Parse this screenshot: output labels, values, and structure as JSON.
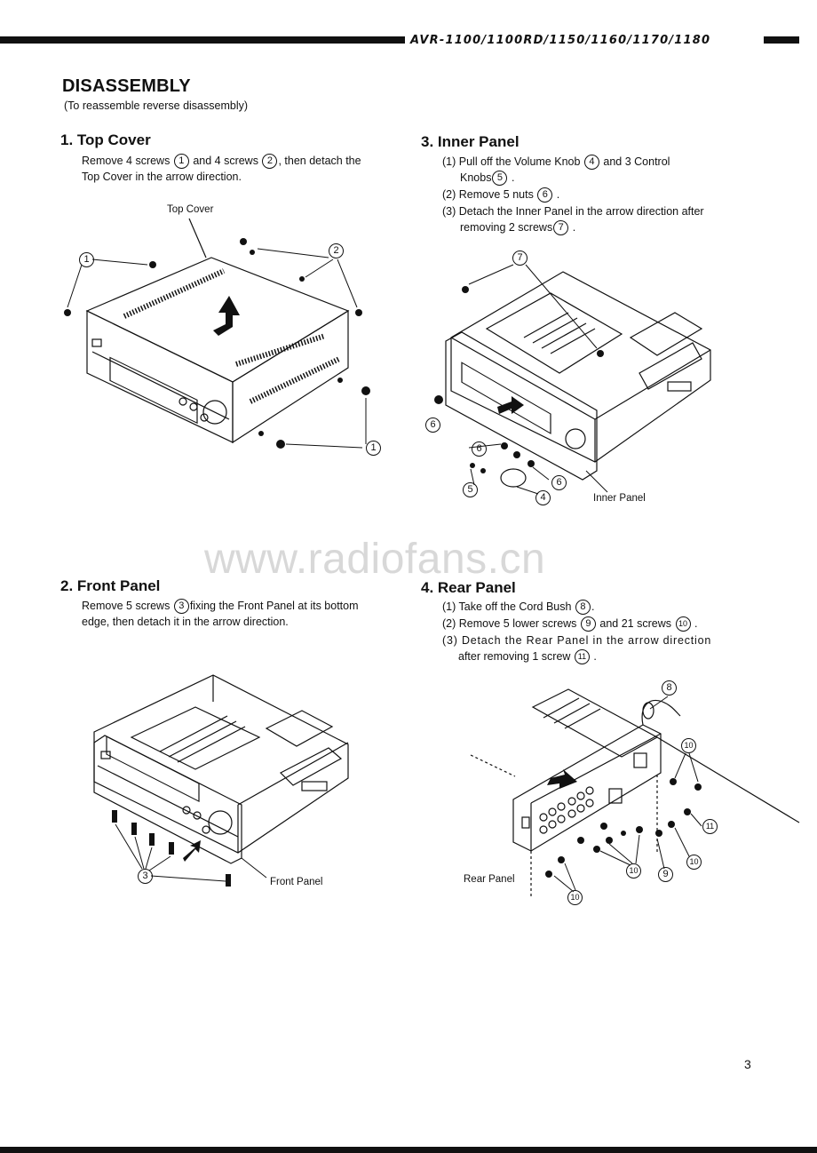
{
  "header": {
    "model": "AVR-1100/1100RD/1150/1160/1170/1180"
  },
  "title": "DISASSEMBLY",
  "subtitle": "(To reassemble reverse disassembly)",
  "sections": {
    "top_cover": {
      "title": "1. Top Cover",
      "line1a": "Remove 4 screws",
      "line1b": "and 4 screws",
      "line1c": ", then detach the",
      "line2": "Top Cover in the arrow direction.",
      "callout": "Top Cover"
    },
    "inner_panel": {
      "title": "3. Inner Panel",
      "step1a": "(1) Pull off the Volume  Knob",
      "step1b": "and 3 Control",
      "step1c": "Knobs",
      "step2": "(2) Remove 5 nuts",
      "step3a": "(3) Detach the Inner Panel in the arrow direction after",
      "step3b": "removing 2 screws",
      "callout": "Inner Panel"
    },
    "front_panel": {
      "title": "2. Front Panel",
      "line1a": "Remove 5 screws",
      "line1b": "fixing the Front Panel at its bottom",
      "line2": "edge, then detach it in the arrow direction.",
      "callout": "Front Panel"
    },
    "rear_panel": {
      "title": "4. Rear Panel",
      "step1": "(1) Take off the Cord Bush",
      "step2a": "(2) Remove 5 lower screws",
      "step2b": "and 21 screws",
      "step3a": "(3) Detach the Rear Panel in the arrow direction",
      "step3b": "after removing 1 screw",
      "callout": "Rear Panel"
    }
  },
  "markers": {
    "m1": "1",
    "m2": "2",
    "m3": "3",
    "m4": "4",
    "m5": "5",
    "m6": "6",
    "m7": "7",
    "m8": "8",
    "m9": "9",
    "m10": "10",
    "m11": "11"
  },
  "punct": {
    "dot": ".",
    "comma": ","
  },
  "watermark": "www.radiofans.cn",
  "page_number": "3"
}
